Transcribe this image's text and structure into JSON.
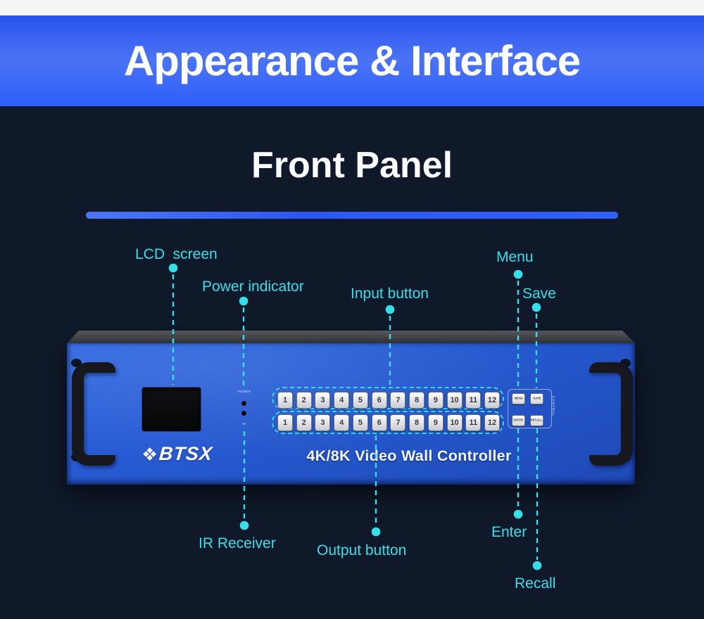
{
  "banner": {
    "title": "Appearance & Interface"
  },
  "section": {
    "title": "Front Panel"
  },
  "colors": {
    "page_background": "#0f1929",
    "banner_blue": "#2e5ffa",
    "callout_cyan": "#38dfea",
    "chassis_blue": "#2557cd"
  },
  "callouts": {
    "lcd": "LCD  screen",
    "power": "Power indicator",
    "input": "Input button",
    "menu": "Menu",
    "save": "Save",
    "ir": "IR Receiver",
    "output": "Output button",
    "enter": "Enter",
    "recall": "Recall"
  },
  "device": {
    "logo": "BTSX",
    "logo_icon": "checkered-diamond-icon",
    "title": "4K/8K Video Wall Controller",
    "power_led_label": "POWER",
    "ir_led_label": "IR",
    "control_group_label": "CONTROL",
    "input_buttons": [
      "1",
      "2",
      "3",
      "4",
      "5",
      "6",
      "7",
      "8",
      "9",
      "10",
      "11",
      "12"
    ],
    "output_buttons": [
      "1",
      "2",
      "3",
      "4",
      "5",
      "6",
      "7",
      "8",
      "9",
      "10",
      "11",
      "12"
    ],
    "control_buttons": [
      "MENU",
      "SAVE",
      "ENTER",
      "RECALL"
    ]
  }
}
